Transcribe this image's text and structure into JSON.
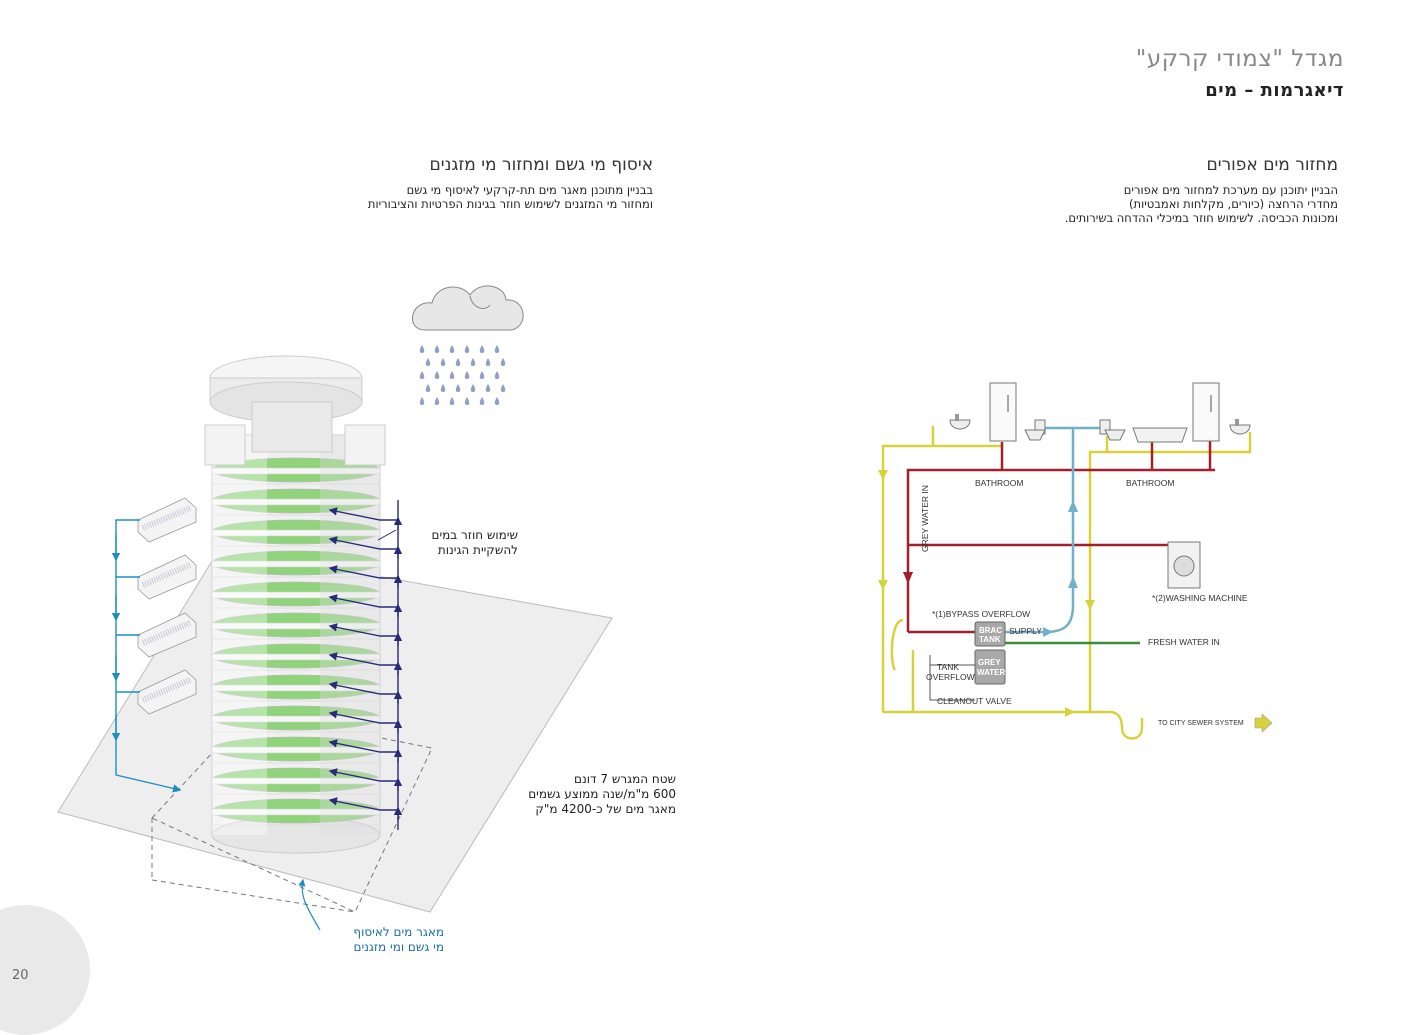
{
  "header": {
    "title": "מגדל \"צמודי קרקע\"",
    "subtitle": "דיאגרמות – מים"
  },
  "left_section": {
    "heading": "איסוף מי גשם ומחזור מי מזגנים",
    "body_lines": [
      "בבניין מתוכנן מאגר מים תת-קרקעי לאיסוף מי גשם",
      "ומחזור מי המזגנים לשימוש חוזר בגינות הפרטיות והציבוריות"
    ],
    "label_reuse": [
      "שימוש חוזר במים",
      "להשקיית הגינות"
    ],
    "label_site": [
      "שטח המגרש 7 דונם",
      "600 מ\"מ/שנה ממוצע גשמים",
      "מאגר מים של כ-4200 מ\"ק"
    ],
    "label_reservoir": [
      "מאגר מים לאיסוף",
      "מי גשם ומי מזגנים"
    ]
  },
  "right_section": {
    "heading": "מחזור מים אפורים",
    "body_lines": [
      "הבניין יתוכנן עם מערכת למחזור מים אפורים",
      "מחדרי הרחצה (כיורים, מקלחות ואמבטיות)",
      "ומכונות הכביסה. לשימוש חוזר במיכלי ההדחה בשירותים."
    ],
    "diagram_labels": {
      "bathroom_1": "BATHROOM",
      "bathroom_2": "BATHROOM",
      "grey_water_in": "GREY WATER IN",
      "washing_machine": "*(2)WASHING MACHINE",
      "bypass": "*(1)BYPASS OVERFLOW",
      "brac_tank_1": "BRAC",
      "brac_tank_2": "TANK",
      "supply": "SUPPLY",
      "fresh_water": "FRESH WATER IN",
      "grey_1": "GREY",
      "grey_2": "WATER",
      "tank_overflow_1": "TANK",
      "tank_overflow_2": "OVERFLOW",
      "cleanout": "CLEANOUT VALVE",
      "sewer": "TO CITY SEWER SYSTEM"
    }
  },
  "footer": {
    "page_number": "20"
  },
  "colors": {
    "yellow_pipe": "#d8d23a",
    "red_pipe": "#a3202a",
    "blue_pipe": "#6fb1c8",
    "green_pipe": "#3f8a3a",
    "navy_arrow": "#2a2a7a",
    "cyan_arrow": "#1e8fc0",
    "green_floor": "#8fd47a",
    "tank_grey": "#a8a8a8"
  }
}
